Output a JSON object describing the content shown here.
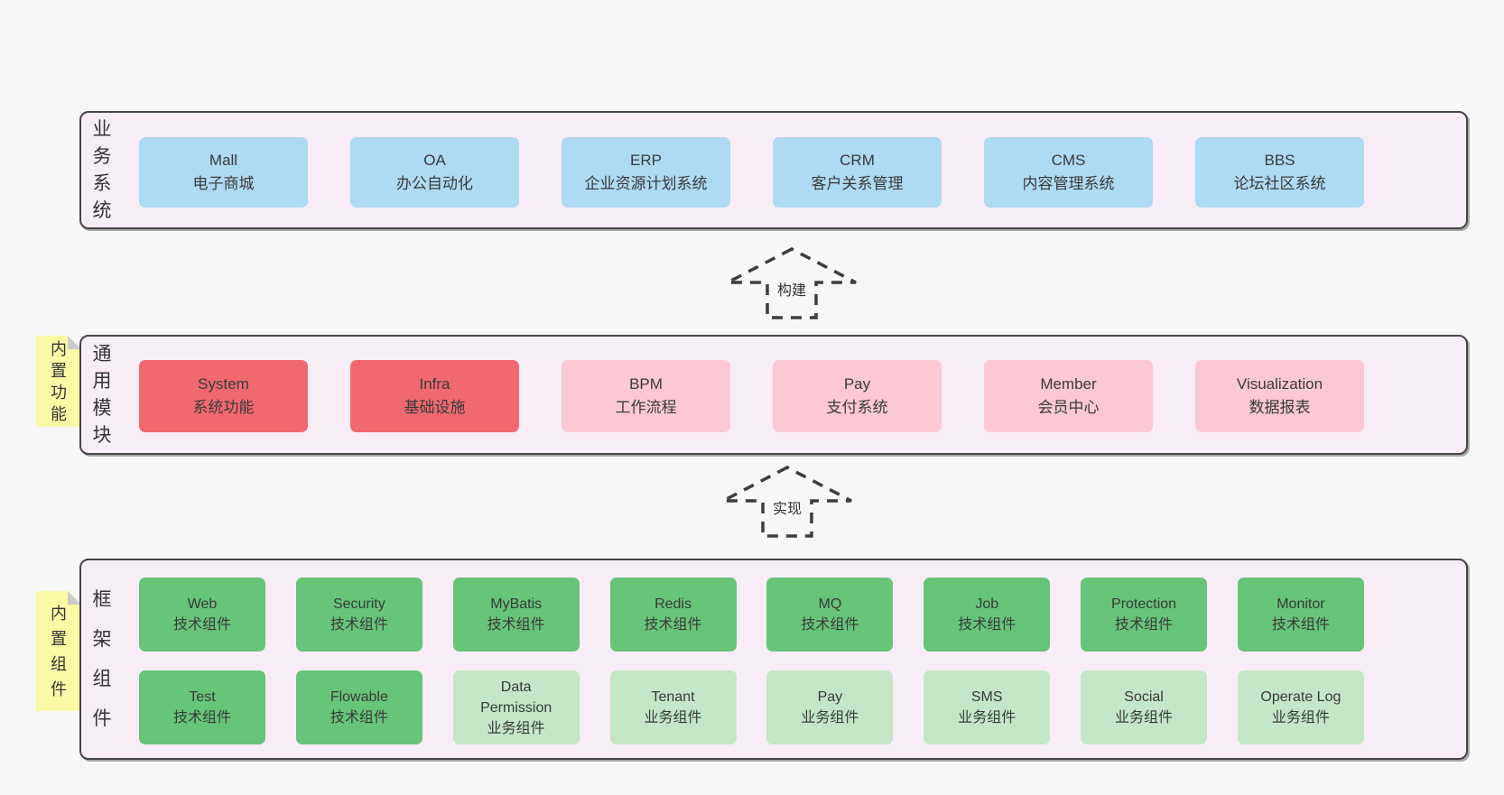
{
  "colors": {
    "page_bg": "#f7f7f7",
    "panel_bg": "#f8edf6",
    "panel_border": "#454545",
    "blue_box": "#aedaf4",
    "red_box": "#f0696e",
    "pink_box": "#fbc8d3",
    "green_box": "#66c578",
    "light_green_box": "#c3e7c7",
    "sticky_bg": "#fafaa6",
    "text": "#383838"
  },
  "arrows": {
    "build": "构建",
    "implement": "实现"
  },
  "sections": {
    "business": {
      "label": "业务系统",
      "boxes": [
        {
          "en": "Mall",
          "zh": "电子商城"
        },
        {
          "en": "OA",
          "zh": "办公自动化"
        },
        {
          "en": "ERP",
          "zh": "企业资源计划系统"
        },
        {
          "en": "CRM",
          "zh": "客户关系管理"
        },
        {
          "en": "CMS",
          "zh": "内容管理系统"
        },
        {
          "en": "BBS",
          "zh": "论坛社区系统"
        }
      ]
    },
    "modules": {
      "label": "通用模块",
      "sticky": "内置功能",
      "boxes": [
        {
          "en": "System",
          "zh": "系统功能"
        },
        {
          "en": "Infra",
          "zh": "基础设施"
        },
        {
          "en": "BPM",
          "zh": "工作流程"
        },
        {
          "en": "Pay",
          "zh": "支付系统"
        },
        {
          "en": "Member",
          "zh": "会员中心"
        },
        {
          "en": "Visualization",
          "zh": "数据报表"
        }
      ]
    },
    "framework": {
      "label": "框架组件",
      "sticky": "内置组件",
      "row1": [
        {
          "en": "Web",
          "zh": "技术组件"
        },
        {
          "en": "Security",
          "zh": "技术组件"
        },
        {
          "en": "MyBatis",
          "zh": "技术组件"
        },
        {
          "en": "Redis",
          "zh": "技术组件"
        },
        {
          "en": "MQ",
          "zh": "技术组件"
        },
        {
          "en": "Job",
          "zh": "技术组件"
        },
        {
          "en": "Protection",
          "zh": "技术组件"
        },
        {
          "en": "Monitor",
          "zh": "技术组件"
        }
      ],
      "row2": [
        {
          "en": "Test",
          "zh": "技术组件"
        },
        {
          "en": "Flowable",
          "zh": "技术组件"
        },
        {
          "en": "Data Permission",
          "zh": "业务组件"
        },
        {
          "en": "Tenant",
          "zh": "业务组件"
        },
        {
          "en": "Pay",
          "zh": "业务组件"
        },
        {
          "en": "SMS",
          "zh": "业务组件"
        },
        {
          "en": "Social",
          "zh": "业务组件"
        },
        {
          "en": "Operate Log",
          "zh": "业务组件"
        }
      ]
    }
  }
}
